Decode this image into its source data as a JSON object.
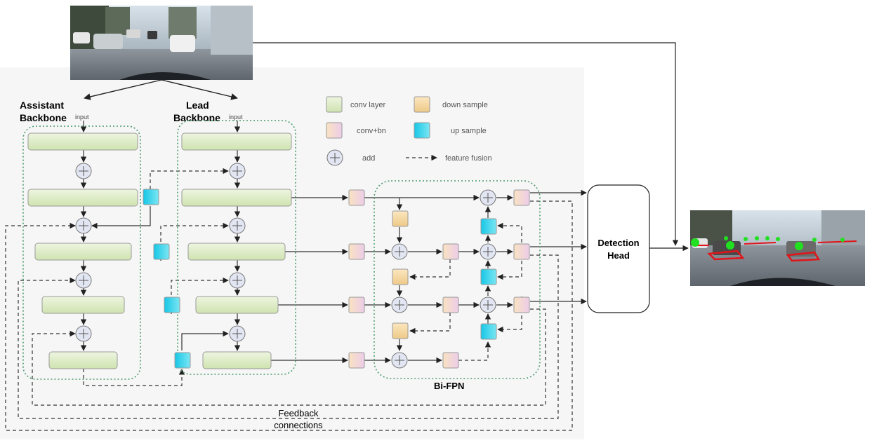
{
  "labels": {
    "assistant_backbone_line1": "Assistant",
    "assistant_backbone_line2": "Backbone",
    "lead_backbone_line1": "Lead",
    "lead_backbone_line2": "Backbone",
    "input_left": "input",
    "input_right": "input",
    "bifpn": "Bi-FPN",
    "detection_head_line1": "Detection",
    "detection_head_line2": "Head",
    "feedback_line1": "Feedback",
    "feedback_line2": "connections"
  },
  "legend": {
    "conv_layer": "conv layer",
    "down_sample": "down sample",
    "conv_bn": "conv+bn",
    "up_sample": "up sample",
    "add": "add",
    "feature_fusion": "feature fusion"
  },
  "colors": {
    "conv_layer": "#d8e8be",
    "down_sample": "#f3d49a",
    "conv_bn": "#f2d2e6",
    "up_sample": "#2fd3ea",
    "dotted_group": "#4a9a6f",
    "panel": "#f6f6f6",
    "detection_red": "#e0151a",
    "detection_green": "#20e020"
  },
  "icons": {
    "add": "circle-plus-icon",
    "input_image": "street-scene-photo",
    "output_image": "street-scene-detections-photo"
  }
}
